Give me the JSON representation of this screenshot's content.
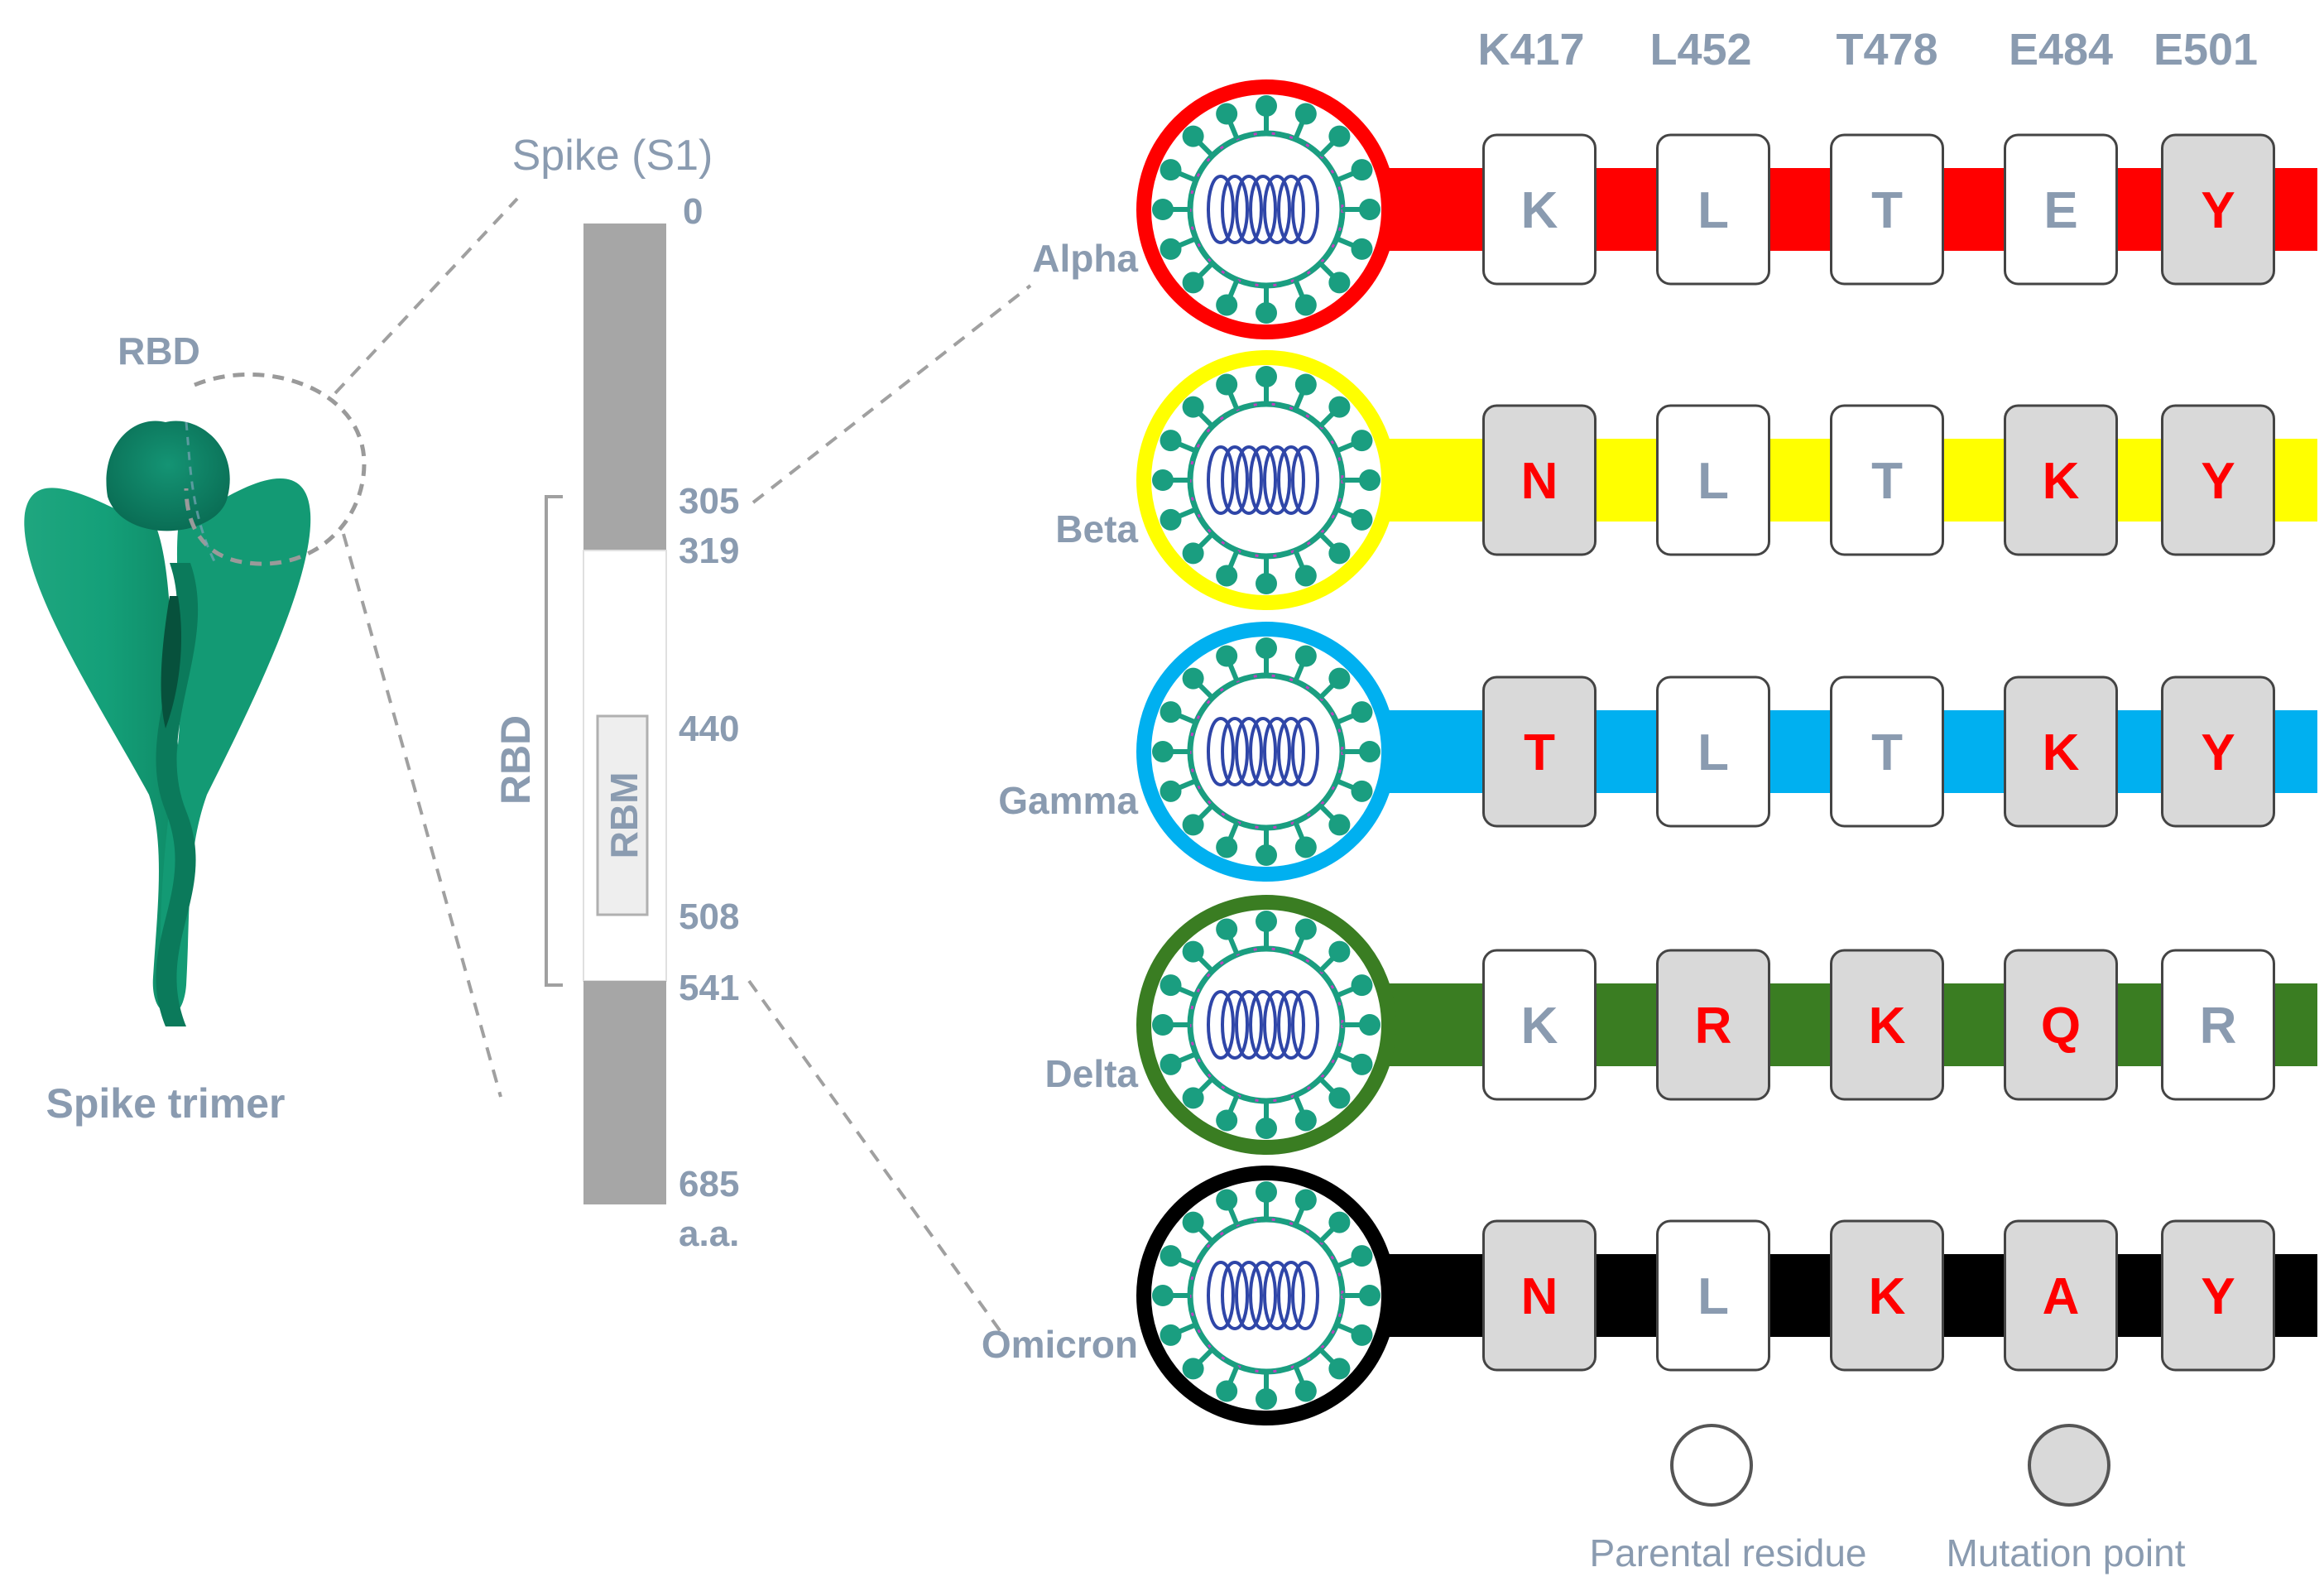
{
  "spike_trimer": {
    "rbd_label": "RBD",
    "caption": "Spike trimer"
  },
  "spike_s1": {
    "title": "Spike (S1)",
    "ticks": [
      "0",
      "305",
      "319",
      "440",
      "508",
      "541",
      "685"
    ],
    "unit": "a.a.",
    "rbd_label": "RBD",
    "rbm_label": "RBM"
  },
  "positions": [
    "K417",
    "L452",
    "T478",
    "E484",
    "E501"
  ],
  "colors": {
    "label": "#8a9bb0",
    "mutation_text": "#ff0000",
    "parental_text": "#8a9bb0",
    "mutation_fill": "#d9d9d9",
    "parental_fill": "#ffffff",
    "spike_green": "#1aa37a",
    "bar_gray": "#a6a6a6"
  },
  "variants": [
    {
      "name": "Alpha",
      "color": "#ff0000",
      "residues": [
        {
          "letter": "K",
          "mutated": false
        },
        {
          "letter": "L",
          "mutated": false
        },
        {
          "letter": "T",
          "mutated": false
        },
        {
          "letter": "E",
          "mutated": false
        },
        {
          "letter": "Y",
          "mutated": true
        }
      ]
    },
    {
      "name": "Beta",
      "color": "#ffff00",
      "residues": [
        {
          "letter": "N",
          "mutated": true
        },
        {
          "letter": "L",
          "mutated": false
        },
        {
          "letter": "T",
          "mutated": false
        },
        {
          "letter": "K",
          "mutated": true
        },
        {
          "letter": "Y",
          "mutated": true
        }
      ]
    },
    {
      "name": "Gamma",
      "color": "#00b0f0",
      "residues": [
        {
          "letter": "T",
          "mutated": true
        },
        {
          "letter": "L",
          "mutated": false
        },
        {
          "letter": "T",
          "mutated": false
        },
        {
          "letter": "K",
          "mutated": true
        },
        {
          "letter": "Y",
          "mutated": true
        }
      ]
    },
    {
      "name": "Delta",
      "color": "#3a7d22",
      "residues": [
        {
          "letter": "K",
          "mutated": false
        },
        {
          "letter": "R",
          "mutated": true
        },
        {
          "letter": "K",
          "mutated": true
        },
        {
          "letter": "Q",
          "mutated": true
        },
        {
          "letter": "R",
          "mutated": false
        }
      ]
    },
    {
      "name": "Omicron",
      "color": "#000000",
      "residues": [
        {
          "letter": "N",
          "mutated": true
        },
        {
          "letter": "L",
          "mutated": false
        },
        {
          "letter": "K",
          "mutated": true
        },
        {
          "letter": "A",
          "mutated": true
        },
        {
          "letter": "Y",
          "mutated": true
        }
      ]
    }
  ],
  "legend": {
    "parental": "Parental residue",
    "mutation": "Mutation point"
  }
}
